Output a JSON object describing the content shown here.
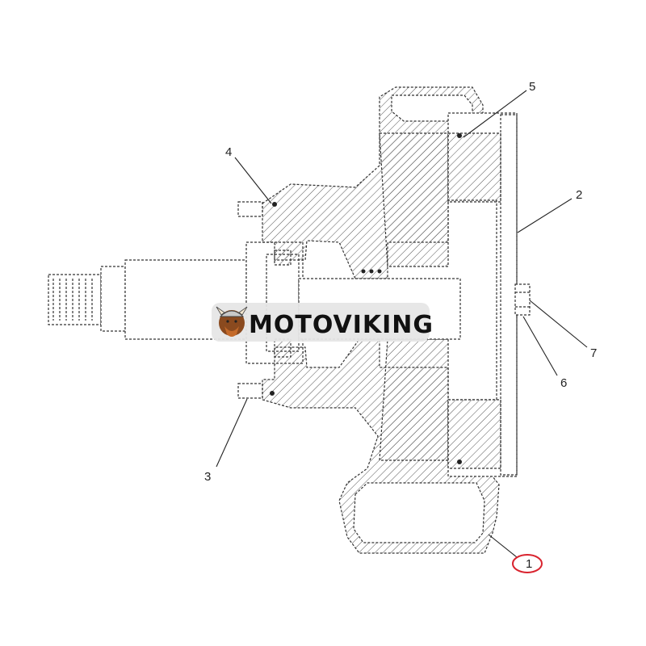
{
  "watermark": {
    "text": "MOTOVIKING"
  },
  "callouts": [
    {
      "num": "1",
      "highlighted": true
    },
    {
      "num": "2"
    },
    {
      "num": "3"
    },
    {
      "num": "4"
    },
    {
      "num": "5"
    },
    {
      "num": "6"
    },
    {
      "num": "7"
    }
  ],
  "colors": {
    "line": "#333333",
    "hatch": "#555555",
    "highlight": "#d9232e",
    "watermark_bg": "#e6e6e6"
  }
}
